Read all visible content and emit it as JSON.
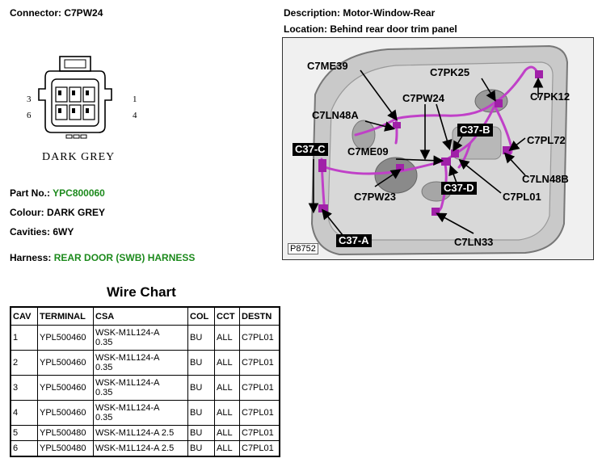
{
  "connector": {
    "label": "Connector:",
    "value": "C7PW24",
    "pins": {
      "p1": "1",
      "p3": "3",
      "p4": "4",
      "p6": "6"
    },
    "color_label": "DARK GREY"
  },
  "description": {
    "label": "Description:",
    "value": "Motor-Window-Rear"
  },
  "location": {
    "label": "Location:",
    "value": "Behind rear door trim panel"
  },
  "part_no": {
    "label": "Part No.:",
    "value": "YPC800060"
  },
  "colour": {
    "label": "Colour:",
    "value": "DARK GREY"
  },
  "cavities": {
    "label": "Cavities:",
    "value": "6WY"
  },
  "harness": {
    "label": "Harness:",
    "value": "REAR DOOR (SWB) HARNESS"
  },
  "photo": {
    "ref": "P8752",
    "labels": {
      "c7me39": "C7ME39",
      "c7pk25": "C7PK25",
      "c7pk12": "C7PK12",
      "c7pw24": "C7PW24",
      "c7ln48a": "C7LN48A",
      "c37b": "C37-B",
      "c37c": "C37-C",
      "c7me09": "C7ME09",
      "c7pl72": "C7PL72",
      "c7ln48b": "C7LN48B",
      "c37d": "C37-D",
      "c7pw23": "C7PW23",
      "c7pl01": "C7PL01",
      "c7ln33": "C7LN33",
      "c37a": "C37-A"
    }
  },
  "colors": {
    "accent_green": "#1c8a1c",
    "harness_magenta": "#c040c8"
  },
  "wire_chart": {
    "title": "Wire Chart",
    "headers": [
      "CAV",
      "TERMINAL",
      "CSA",
      "COL",
      "CCT",
      "DESTN"
    ],
    "rows": [
      {
        "cav": "1",
        "terminal": "YPL500460",
        "csa1": "WSK-M1L124-A",
        "csa2": "0.35",
        "col": "BU",
        "cct": "ALL",
        "destn": "C7PL01"
      },
      {
        "cav": "2",
        "terminal": "YPL500460",
        "csa1": "WSK-M1L124-A",
        "csa2": "0.35",
        "col": "BU",
        "cct": "ALL",
        "destn": "C7PL01"
      },
      {
        "cav": "3",
        "terminal": "YPL500460",
        "csa1": "WSK-M1L124-A",
        "csa2": "0.35",
        "col": "BU",
        "cct": "ALL",
        "destn": "C7PL01"
      },
      {
        "cav": "4",
        "terminal": "YPL500460",
        "csa1": "WSK-M1L124-A",
        "csa2": "0.35",
        "col": "BU",
        "cct": "ALL",
        "destn": "C7PL01"
      },
      {
        "cav": "5",
        "terminal": "YPL500480",
        "csa1": "WSK-M1L124-A 2.5",
        "csa2": "",
        "col": "BU",
        "cct": "ALL",
        "destn": "C7PL01"
      },
      {
        "cav": "6",
        "terminal": "YPL500480",
        "csa1": "WSK-M1L124-A 2.5",
        "csa2": "",
        "col": "BU",
        "cct": "ALL",
        "destn": "C7PL01"
      }
    ]
  }
}
